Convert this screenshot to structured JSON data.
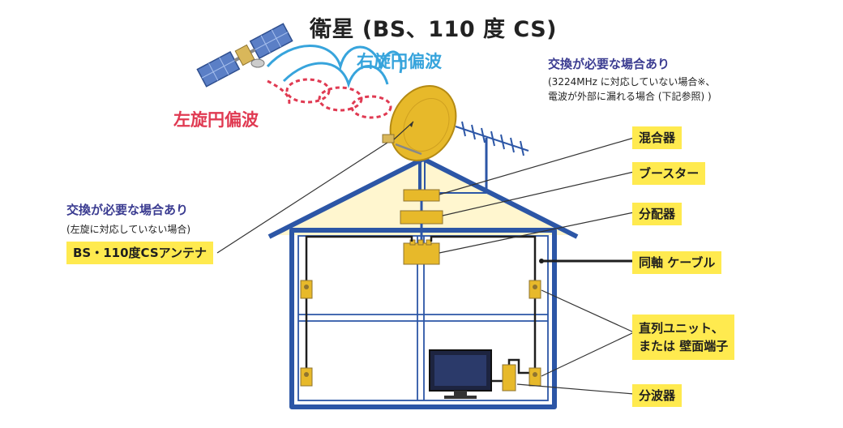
{
  "title": "衛星 (BS、110 度 CS)",
  "waves": {
    "right": "右旋円偏波",
    "left": "左旋円偏波"
  },
  "notes": {
    "top_right": {
      "head": "交換が必要な場合あり",
      "lines": [
        "(3224MHz に対応していない場合※、",
        "電波が外部に漏れる場合 (下記参照) )"
      ]
    },
    "left": {
      "head": "交換が必要な場合あり",
      "line": "(左旋に対応していない場合)"
    }
  },
  "labels": {
    "antenna": "BS・110度CSアンテナ",
    "mixer": "混合器",
    "booster": "ブースター",
    "distributor": "分配器",
    "coax": "同軸 ケーブル",
    "unit_line1": "直列ユニット、",
    "unit_line2": "または 壁面端子",
    "splitter": "分波器"
  },
  "colors": {
    "house_blue": "#2c56a6",
    "attic": "#fff6cf",
    "label_bg": "#ffea4f",
    "wave_blue": "#37a4dc",
    "wave_pink": "#e03a52",
    "dish": "#e7b92a",
    "heading": "#3b3c91"
  },
  "icons": [
    "satellite-icon",
    "dish-antenna-icon",
    "uhf-antenna-icon",
    "tv-icon",
    "wall-outlet-icon"
  ]
}
